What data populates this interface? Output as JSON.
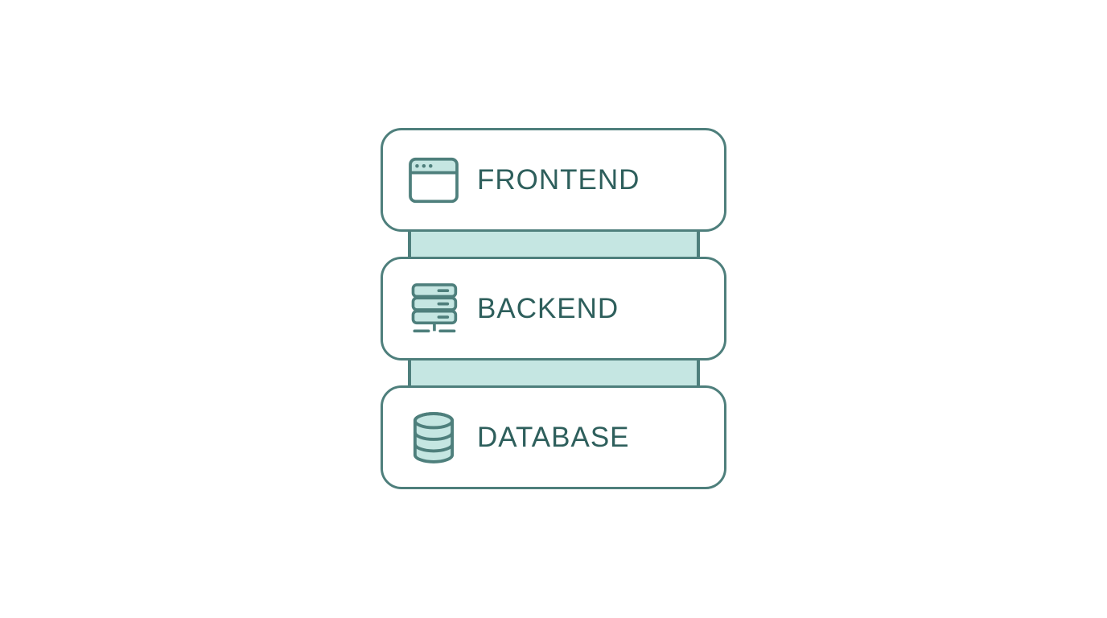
{
  "diagram": {
    "nodes": [
      {
        "id": "frontend",
        "label": "FRONTEND",
        "icon": "browser-window-icon"
      },
      {
        "id": "backend",
        "label": "BACKEND",
        "icon": "server-rack-icon"
      },
      {
        "id": "database",
        "label": "DATABASE",
        "icon": "database-cylinder-icon"
      }
    ],
    "connections": [
      {
        "from": "frontend",
        "to": "backend"
      },
      {
        "from": "backend",
        "to": "database"
      }
    ]
  },
  "colors": {
    "outline": "#4e7f7c",
    "text": "#2e5f5c",
    "fill-light": "#c5e6e2",
    "background": "#ffffff"
  }
}
